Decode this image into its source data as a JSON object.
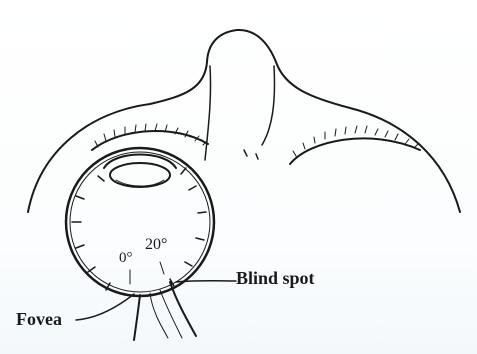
{
  "labels": {
    "blind_spot": "Blind spot",
    "fovea": "Fovea",
    "angle_zero": "0°",
    "angle_twenty": "20°"
  },
  "colors": {
    "ink": "#1a1a1a",
    "background": "#ffffff"
  }
}
